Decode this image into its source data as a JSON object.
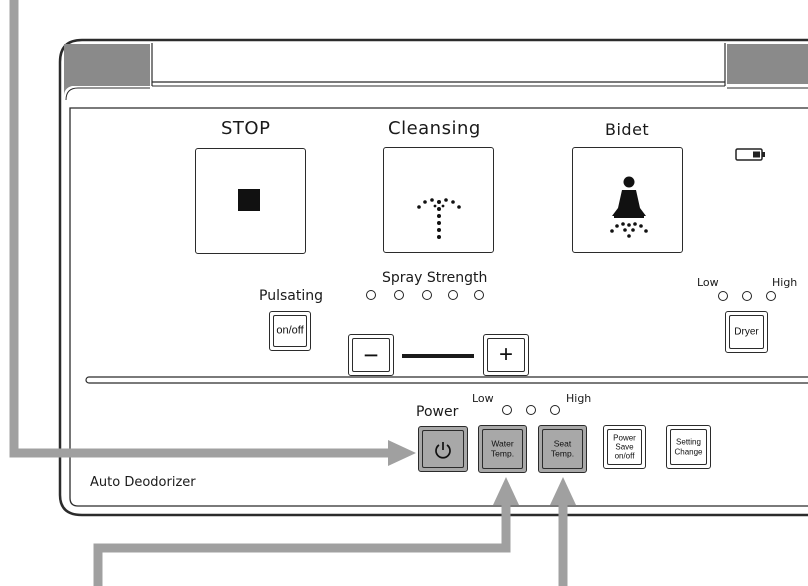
{
  "panel": {
    "stop_label": "STOP",
    "cleansing_label": "Cleansing",
    "bidet_label": "Bidet",
    "pulsating_label": "Pulsating",
    "pulsating_button": "on/off",
    "spray_strength_label": "Spray Strength",
    "minus_symbol": "−",
    "plus_symbol": "+",
    "dryer_low": "Low",
    "dryer_high": "High",
    "dryer_button": "Dryer",
    "power_label": "Power",
    "temp_low": "Low",
    "temp_high": "High",
    "water_temp_button": "Water\nTemp.",
    "seat_temp_button": "Seat\nTemp.",
    "power_save_button": "Power\nSave\non/off",
    "setting_change_button": "Setting\nChange",
    "auto_deodorizer_label": "Auto Deodorizer"
  },
  "icons": {
    "stop": "square-stop-icon",
    "cleansing": "spray-cleansing-icon",
    "bidet": "bidet-person-icon",
    "battery": "battery-icon",
    "power": "power-icon"
  },
  "colors": {
    "panel_frame": "#2b2b2b",
    "panel_corner": "#8a8a8a",
    "callout_arrow": "#a0a0a0",
    "highlight_button": "#a8a8a8"
  }
}
